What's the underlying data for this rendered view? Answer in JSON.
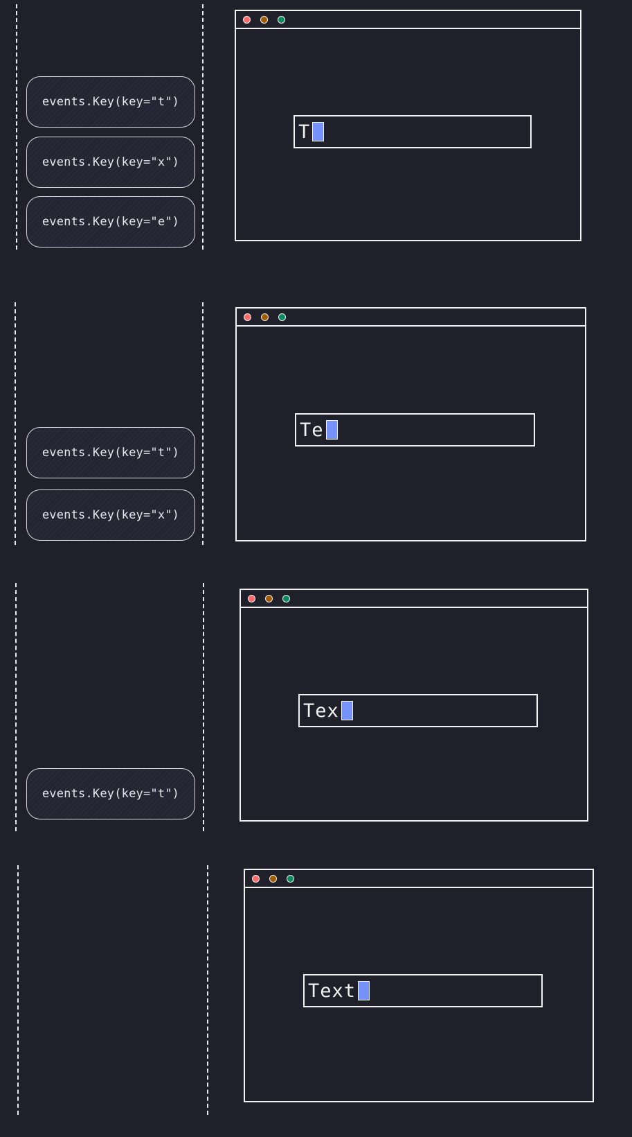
{
  "colors": {
    "background": "#1f2029",
    "stroke": "#f2f2f2",
    "caret": "#7592fd",
    "dot_red": "#ff6b6b",
    "dot_orange": "#a15c00",
    "dot_green": "#0a8a5d"
  },
  "stages": [
    {
      "events": [
        "events.Key(key=\"t\")",
        "events.Key(key=\"x\")",
        "events.Key(key=\"e\")"
      ],
      "input_text": "T"
    },
    {
      "events": [
        "events.Key(key=\"t\")",
        "events.Key(key=\"x\")"
      ],
      "input_text": "Te"
    },
    {
      "events": [
        "events.Key(key=\"t\")"
      ],
      "input_text": "Tex"
    },
    {
      "events": [],
      "input_text": "Text"
    }
  ]
}
